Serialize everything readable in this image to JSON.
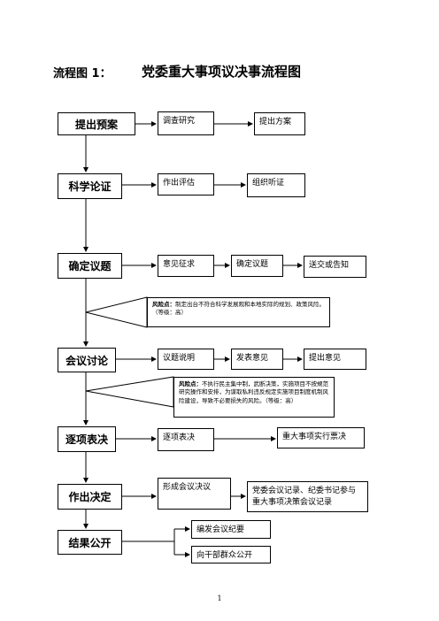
{
  "title": {
    "label": "流程图 1：",
    "main": "党委重大事项议决事流程图"
  },
  "stages": {
    "s1": "提出预案",
    "s2": "科学论证",
    "s3": "确定议题",
    "s4": "会议讨论",
    "s5": "逐项表决",
    "s6": "作出决定",
    "s7": "结果公开"
  },
  "steps": {
    "r1a": "调查研究",
    "r1b": "提出方案",
    "r2a": "作出评估",
    "r2b": "组织听证",
    "r3a": "意见征求",
    "r3b": "确定议题",
    "r3c": "送交或告知",
    "r4a": "议题说明",
    "r4b": "发表意见",
    "r4c": "提出意见",
    "r5a": "逐项表决",
    "r5b": "重大事项实行票决",
    "r6a": "形成会议决议",
    "r6b": "党委会议记录、纪委书记参与重大事项决策会议记录",
    "r7a": "编发会议纪要",
    "r7b": "向干部群众公开"
  },
  "risks": {
    "risk1": {
      "label": "风险点：",
      "text": "制定出台不符合科学发展观和本地实际的规划、政策风险。（等级：高）"
    },
    "risk2": {
      "label": "风险点：",
      "text": "不执行民主集中制，武断决策，实施项目不按規范研究操作和安排，为谋取私利违反规定实施项目制度机制风险建设，导致不必要损失的风险。（等级：高）"
    }
  },
  "page_number": "1"
}
